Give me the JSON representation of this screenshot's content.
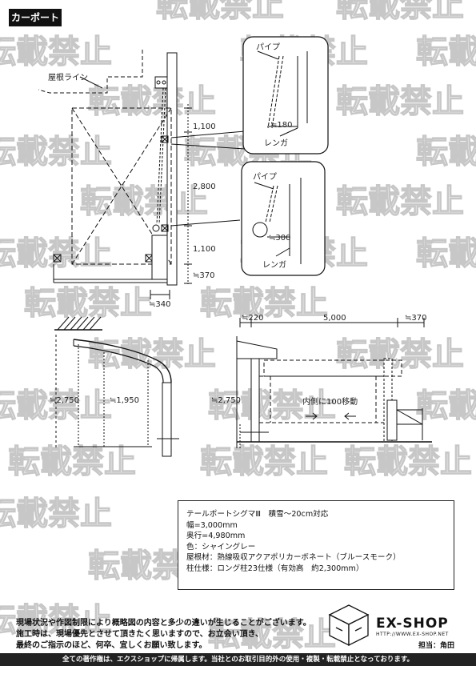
{
  "header": {
    "title": "カーポート"
  },
  "watermark": {
    "text": "転載禁止"
  },
  "elevation": {
    "roof_line_label": "屋根ライン",
    "dim_upper": "1,100",
    "dim_middle": "2,800",
    "dim_lower": "1,100",
    "dim_bottom": "≒370",
    "dim_base": "≒340"
  },
  "detail_top": {
    "pipe_label": "パイプ",
    "dim": "≒180",
    "brick_label": "レンガ"
  },
  "detail_bottom": {
    "pipe_label": "パイプ",
    "dim": "≒300",
    "brick_label": "レンガ"
  },
  "side_view": {
    "height_left": "≒2,750",
    "height_inner": "≒1,950"
  },
  "front_view": {
    "dim_left": "≒220",
    "dim_width": "5,000",
    "dim_right": "≒370",
    "height": "≒2,750",
    "move_note": "内側に100移動"
  },
  "spec": {
    "lines": [
      "テールポートシグマⅢ　積雪～20cm対応",
      "幅=3,000mm",
      "奥行=4,980mm",
      "色：シャイングレー",
      "屋根材：熱線吸収アクアポリカーボネート（ブルースモーク）",
      "柱仕様：ロング柱23仕様（有効高　約2,300mm）"
    ]
  },
  "notes": {
    "lines": [
      "現場状況や作図制限により概略図の内容と多少の違いが生じることがございます。",
      "施工時は、現場優先とさせて頂きたく思いますので、お立会い頂き、",
      "最終のご指示のほど、何卒、宜しくお願い致します。"
    ]
  },
  "brand": {
    "name": "EX-SHOP",
    "url": "HTTP://WWW.EX-SHOP.NET",
    "staff": "担当：角田"
  },
  "footer": {
    "text": "全ての著作権は、エクスショップに帰属します。当社とのお取引目的外の使用・複製・転載禁止となっております。"
  },
  "colors": {
    "ink": "#111111",
    "watermark": "#c7c7c7",
    "footer_bg": "#222222"
  }
}
